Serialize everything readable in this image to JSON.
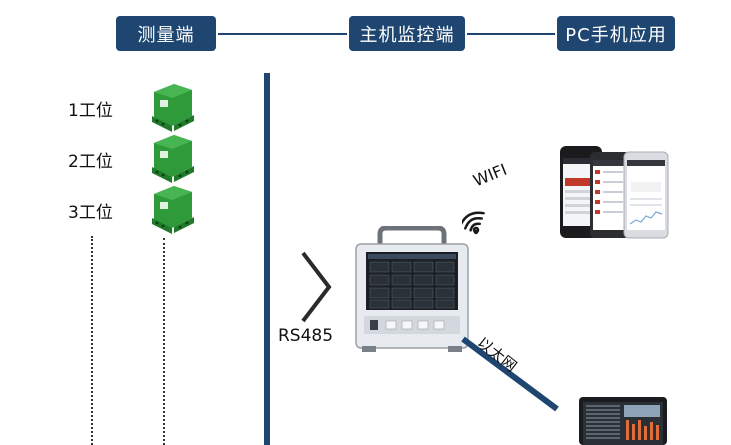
{
  "headers": {
    "measure": "测量端",
    "host": "主机监控端",
    "pc": "PC手机应用"
  },
  "workstations": [
    {
      "label": "1工位"
    },
    {
      "label": "2工位"
    },
    {
      "label": "3工位"
    }
  ],
  "links": {
    "rs485": "RS485",
    "wifi": "WIFI",
    "ethernet": "以太网"
  },
  "colors": {
    "header_bg": "#1e4670",
    "bus": "#1e4670",
    "module_green": "#2e9a3a",
    "terminal_green": "#1f7a2a"
  }
}
